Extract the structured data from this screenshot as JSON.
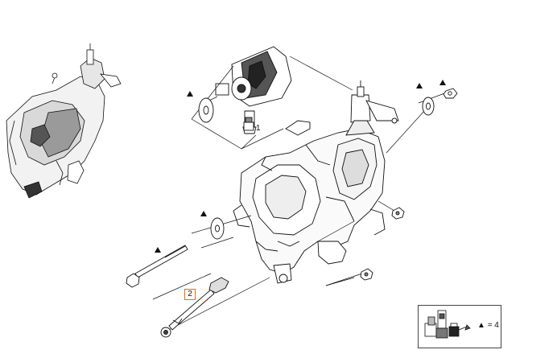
{
  "callouts": {
    "part_1": "1",
    "part_2": "2"
  },
  "legend": {
    "symbol": "▲",
    "equals_text": "= 4"
  },
  "colors": {
    "line": "#111111",
    "highlight": "#e46b1c"
  }
}
